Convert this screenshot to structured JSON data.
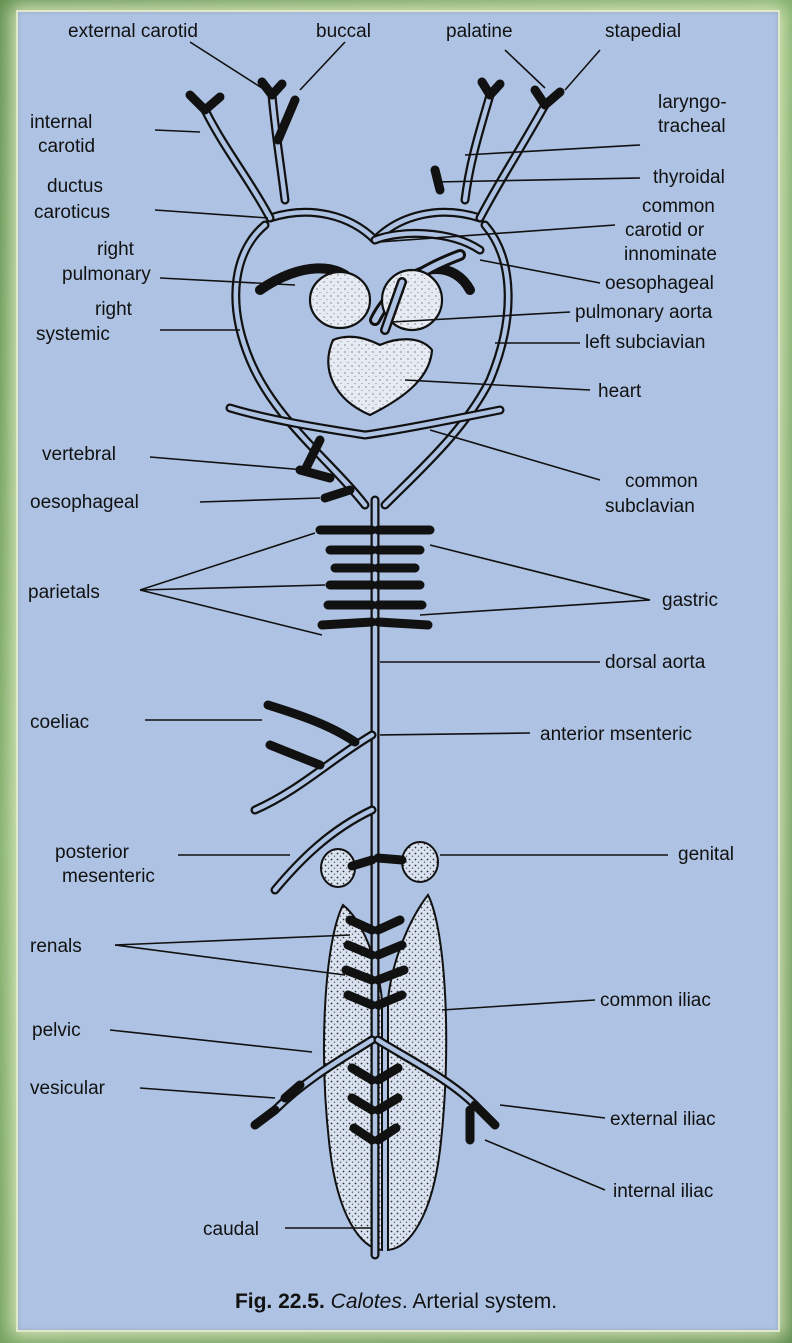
{
  "labels": {
    "external_carotid": "external carotid",
    "buccal": "buccal",
    "palatine": "palatine",
    "stapedial": "stapedial",
    "internal_carotid_1": "internal",
    "internal_carotid_2": "carotid",
    "laryngo_1": "laryngo-",
    "laryngo_2": "tracheal",
    "thyroidal": "thyroidal",
    "ductus_1": "ductus",
    "ductus_2": "caroticus",
    "common_carotid_1": "common",
    "common_carotid_2": "carotid or",
    "common_carotid_3": "innominate",
    "right_pulmonary_1": "right",
    "right_pulmonary_2": "pulmonary",
    "oesophageal_top": "oesophageal",
    "right_systemic_1": "right",
    "right_systemic_2": "systemic",
    "pulmonary_aorta": "pulmonary aorta",
    "left_subclavian": "left subciavian",
    "heart": "heart",
    "vertebral": "vertebral",
    "common_subclavian_1": "common",
    "common_subclavian_2": "subclavian",
    "oesophageal_mid": "oesophageal",
    "parietals": "parietals",
    "gastric": "gastric",
    "dorsal_aorta": "dorsal aorta",
    "coeliac": "coeliac",
    "anterior_mesenteric": "anterior msenteric",
    "posterior_mesenteric_1": "posterior",
    "posterior_mesenteric_2": "mesenteric",
    "genital": "genital",
    "renals": "renals",
    "common_iliac": "common iliac",
    "pelvic": "pelvic",
    "vesicular": "vesicular",
    "external_iliac": "external iliac",
    "internal_iliac": "internal iliac",
    "caudal": "caudal"
  },
  "caption": {
    "fig": "Fig. 22.5.",
    "genus": "Calotes",
    "rest": ". Arterial system."
  },
  "colors": {
    "panel": "#aec3e3",
    "vessel": "#111111",
    "border_glow": "#dfe8c9"
  }
}
